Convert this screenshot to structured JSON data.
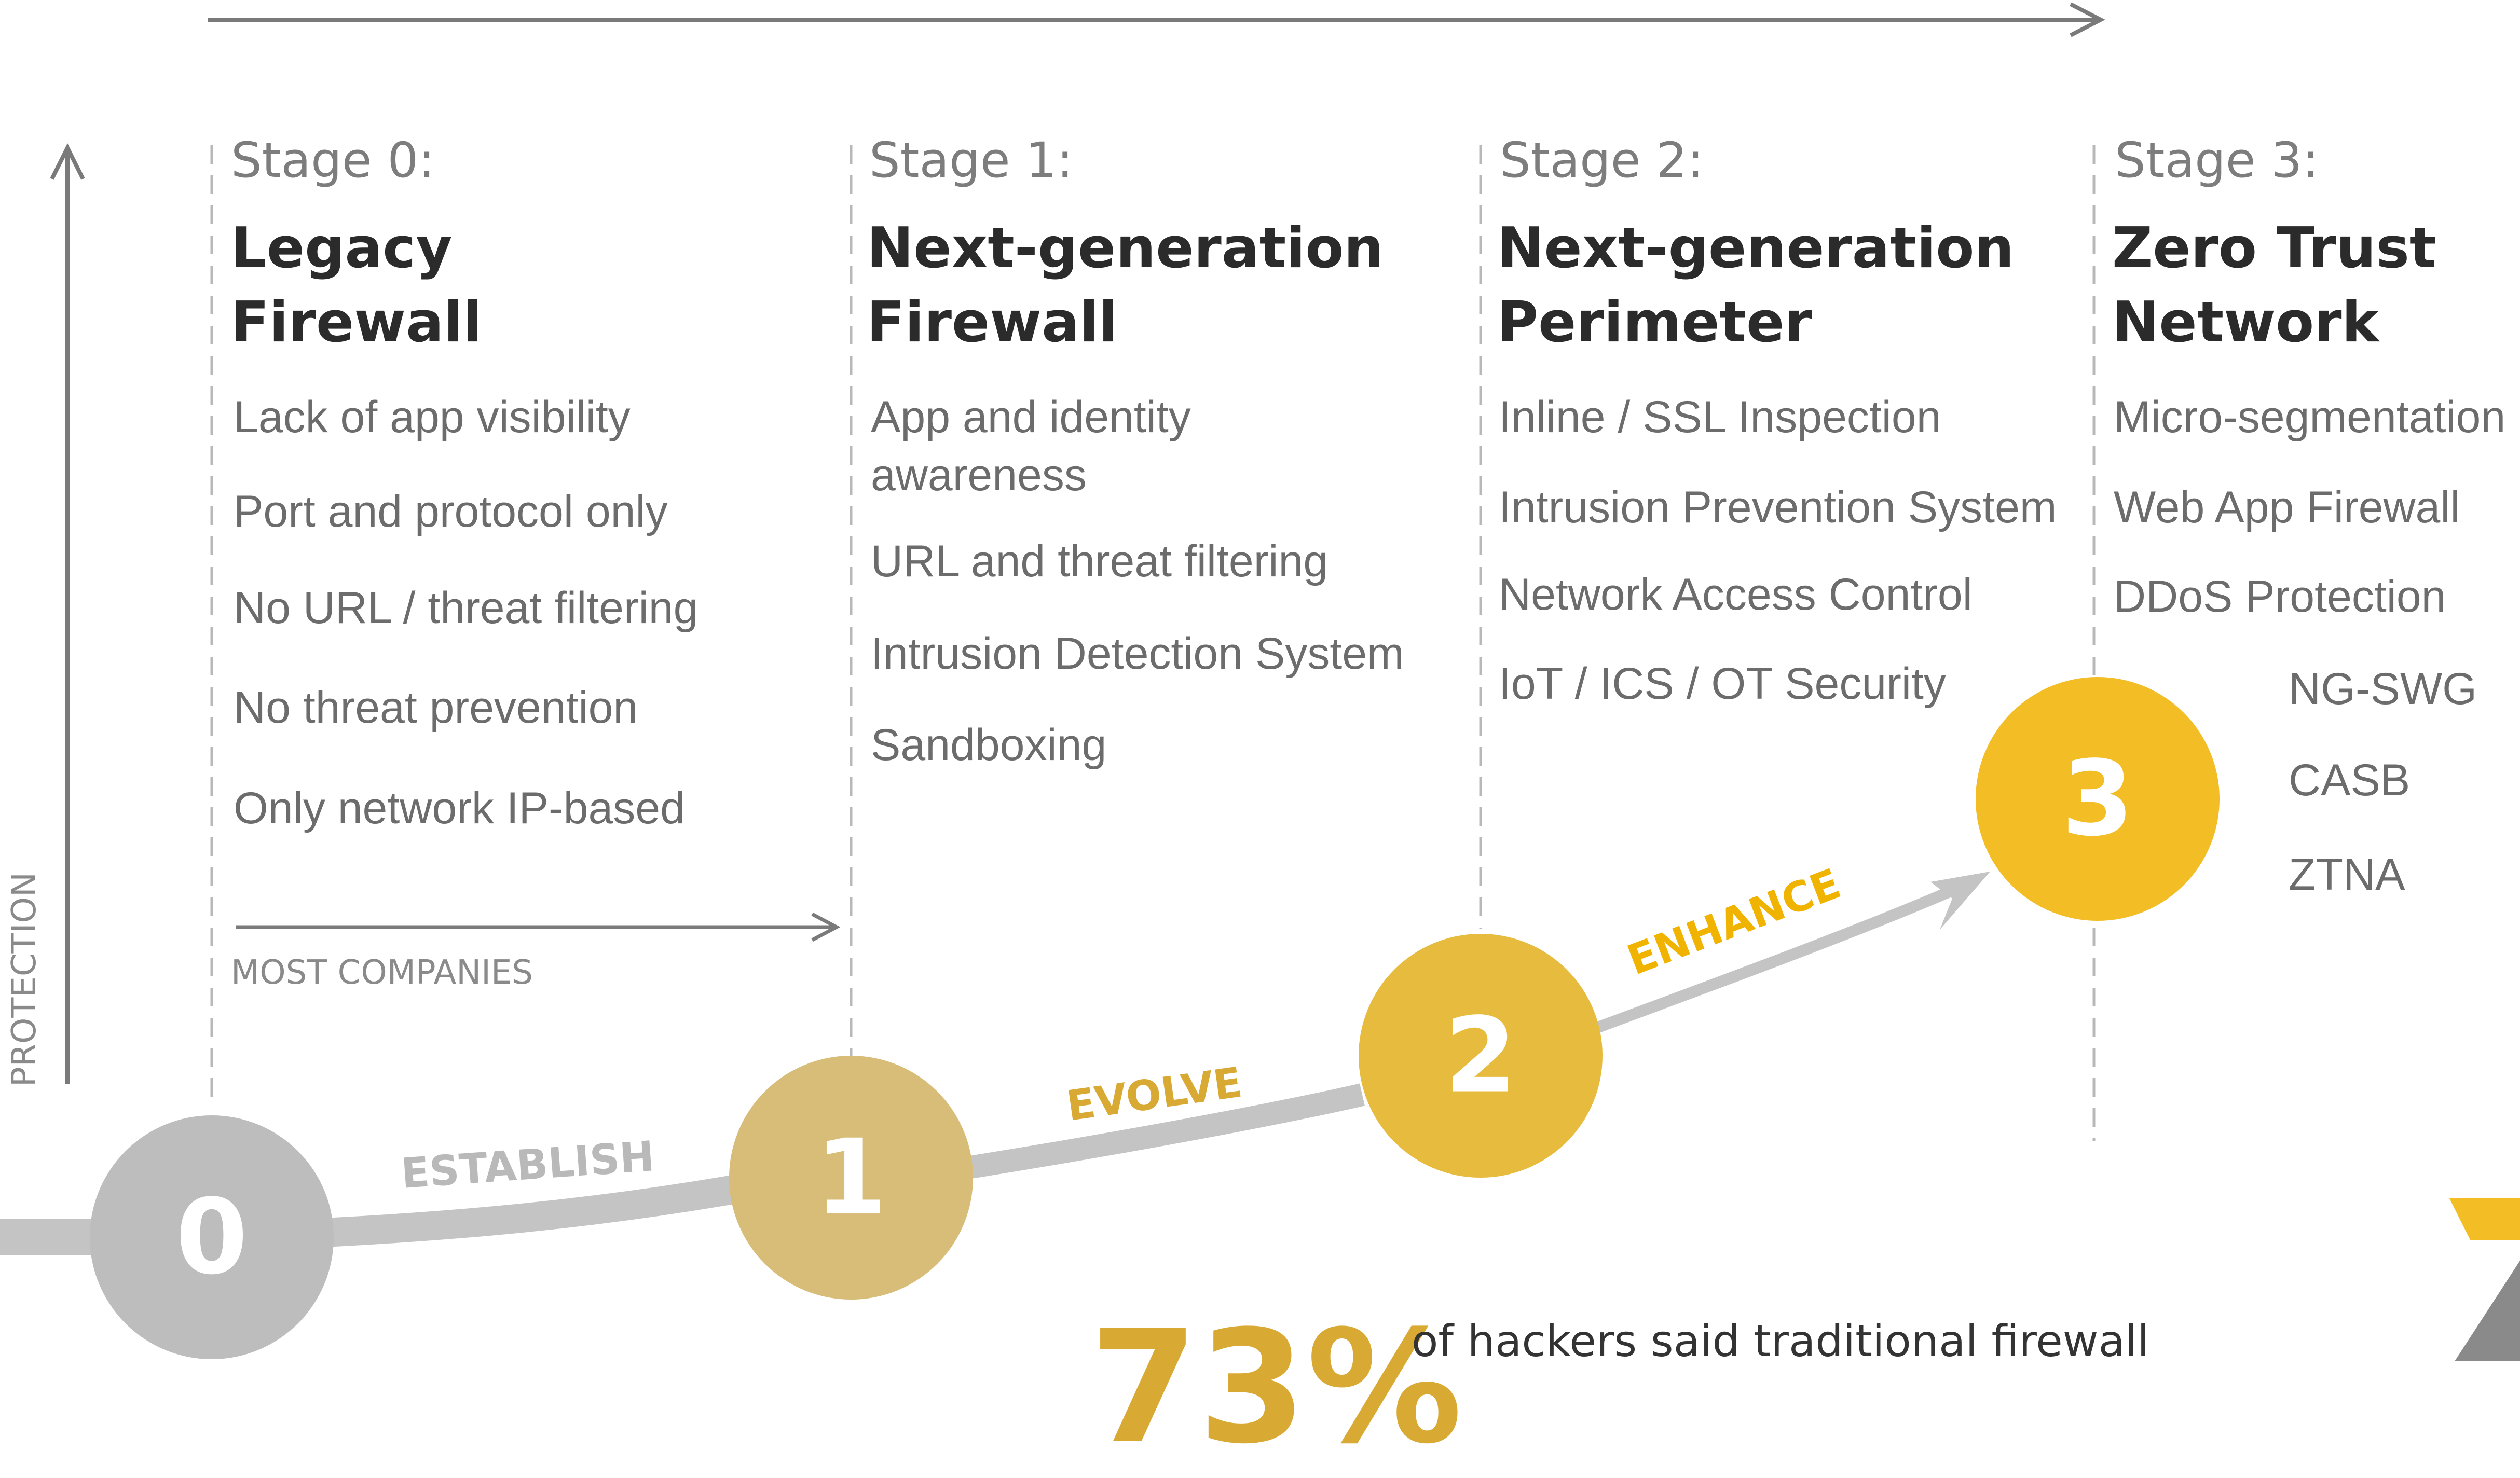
{
  "axis": {
    "y_label": "PROTECTION"
  },
  "stages": [
    {
      "label": "Stage 0:",
      "title_line1": "Legacy",
      "title_line2": "Firewall",
      "items": [
        "Lack of app visibility",
        "Port and protocol only",
        "No URL / threat filtering",
        "No threat prevention",
        "Only network IP-based"
      ]
    },
    {
      "label": "Stage 1:",
      "title_line1": "Next-generation",
      "title_line2": "Firewall",
      "items": [
        "App and identity",
        "awareness",
        "URL and threat filtering",
        "Intrusion Detection System",
        "Sandboxing"
      ]
    },
    {
      "label": "Stage 2:",
      "title_line1": "Next-generation",
      "title_line2": "Perimeter",
      "items": [
        "Inline / SSL Inspection",
        "Intrusion Prevention System",
        "Network Access Control",
        "IoT / ICS / OT Security"
      ]
    },
    {
      "label": "Stage 3:",
      "title_line1": "Zero Trust",
      "title_line2": "Network",
      "items": [
        "Micro-segmentation",
        "Web App Firewall",
        "DDoS Protection",
        "NG-SWG",
        "CASB",
        "ZTNA"
      ]
    }
  ],
  "most_companies": "MOST COMPANIES",
  "path_labels": [
    "ESTABLISH",
    "EVOLVE",
    "ENHANCE"
  ],
  "nodes": [
    {
      "number": "0",
      "color": "#bdbdbd"
    },
    {
      "number": "1",
      "color": "#d8bd78"
    },
    {
      "number": "2",
      "color": "#e7bc3e"
    },
    {
      "number": "3",
      "color": "#f2bd25"
    }
  ],
  "colors": {
    "path": "#c4c4c4",
    "evolve": "#d9aa33",
    "enhance": "#f0b400",
    "dashed": "#b8b8b8",
    "arrow": "#7a7a7a"
  },
  "stat": {
    "value": "73%",
    "text": "of hackers said traditional firewall"
  }
}
